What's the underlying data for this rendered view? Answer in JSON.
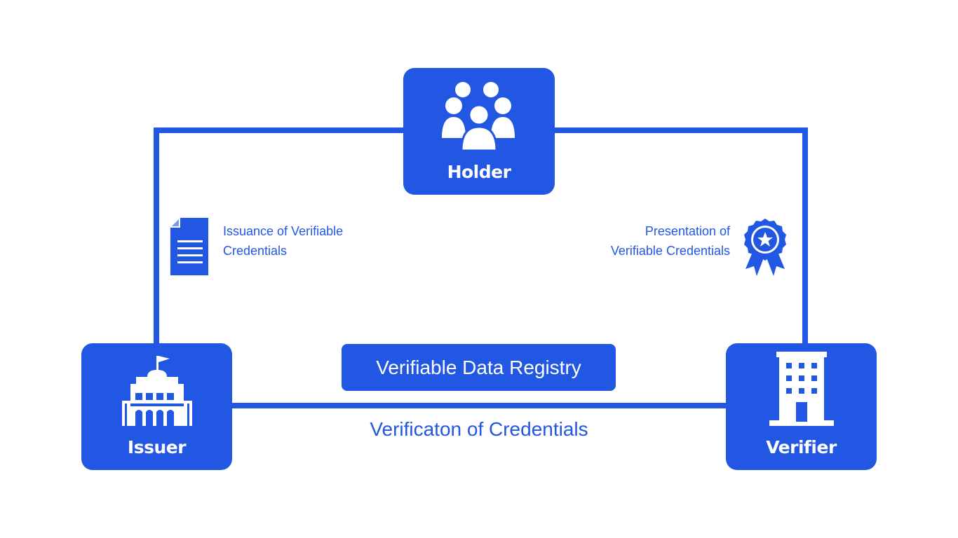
{
  "colors": {
    "accent": "#2257e3",
    "background": "#ffffff"
  },
  "nodes": {
    "holder": {
      "label": "Holder",
      "icon": "group-icon"
    },
    "issuer": {
      "label": "Issuer",
      "icon": "government-building-icon"
    },
    "verifier": {
      "label": "Verifier",
      "icon": "office-building-icon"
    }
  },
  "registry": {
    "label": "Verifiable Data Registry"
  },
  "edges": {
    "issuance": {
      "line1": "Issuance of Verifiable",
      "line2": "Credentials",
      "icon": "document-icon"
    },
    "presentation": {
      "line1": "Presentation of",
      "line2": "Verifiable Credentials",
      "icon": "award-badge-icon"
    },
    "verification": {
      "label": "Verificaton of Credentials"
    }
  }
}
